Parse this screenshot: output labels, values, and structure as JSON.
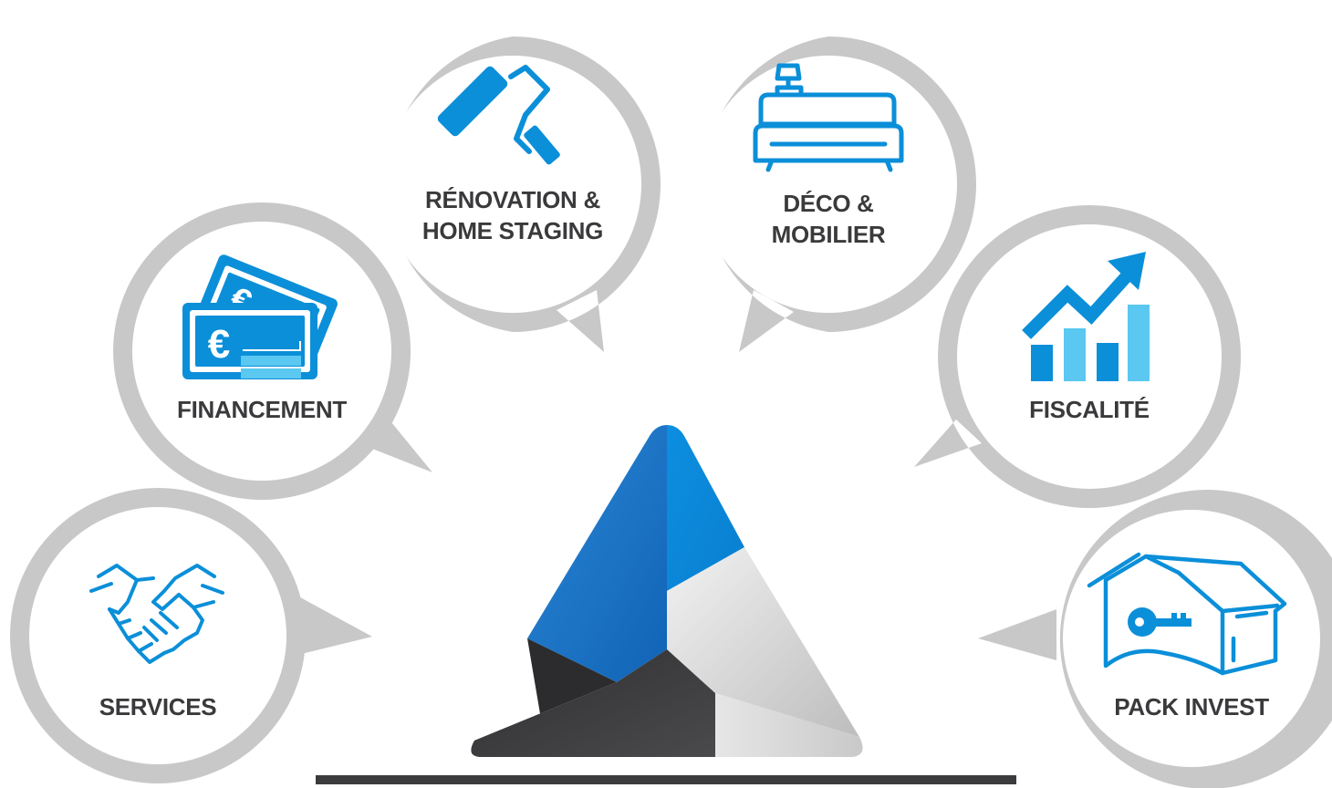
{
  "colors": {
    "bubble_ring": "#c8c8c8",
    "bubble_fill": "#ffffff",
    "icon_blue": "#0b8fd9",
    "icon_light_blue": "#5ac8f0",
    "label_text": "#3a3a3c",
    "logo_blue_dark": "#1a6fc0",
    "logo_blue_light": "#0f93e0",
    "logo_dark": "#3b3b3d",
    "logo_grey": "#d7d7d7",
    "baseline": "#3b3b3d"
  },
  "bubbles": [
    {
      "id": "services",
      "icon": "handshake-icon",
      "line1": "SERVICES",
      "line2": ""
    },
    {
      "id": "financement",
      "icon": "banknotes-euro-icon",
      "line1": "FINANCEMENT",
      "line2": ""
    },
    {
      "id": "renovation",
      "icon": "paint-roller-icon",
      "line1": "RÉNOVATION &",
      "line2": "HOME STAGING"
    },
    {
      "id": "deco",
      "icon": "sofa-lamp-icon",
      "line1": "DÉCO &",
      "line2": "MOBILIER"
    },
    {
      "id": "fiscalite",
      "icon": "growth-chart-icon",
      "line1": "FISCALITÉ",
      "line2": ""
    },
    {
      "id": "pack",
      "icon": "house-key-icon",
      "line1": "PACK INVEST",
      "line2": ""
    }
  ],
  "logo": {
    "icon": "triangle-logo-icon"
  }
}
